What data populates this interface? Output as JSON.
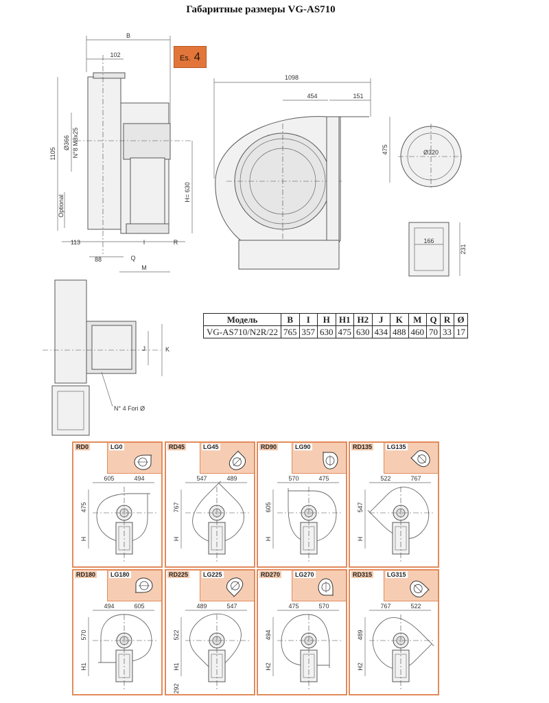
{
  "title": "Габаритные размеры VG-AS710",
  "badge": {
    "prefix": "Es.",
    "number": "4"
  },
  "front_view": {
    "dims": {
      "B": "B",
      "top": "102",
      "height": "1105",
      "dia": "Ø366",
      "bolts": "N°8 M8x25",
      "optional": "Optional",
      "h": "H= 630",
      "left": "113",
      "d88": "88",
      "I": "I",
      "R": "R",
      "Q": "Q",
      "M": "M"
    }
  },
  "side_view": {
    "dims": {
      "width": "1098",
      "d454": "454",
      "d151": "151",
      "d475": "475"
    }
  },
  "inlet_flange": {
    "dia": "Ø320"
  },
  "outlet_flange": {
    "w": "166",
    "h": "231"
  },
  "top_view": {
    "J": "J",
    "K": "K",
    "holes": "N° 4 Fori Ø"
  },
  "table": {
    "headers": [
      "Модель",
      "B",
      "I",
      "H",
      "H1",
      "H2",
      "J",
      "K",
      "M",
      "Q",
      "R",
      "Ø"
    ],
    "rows": [
      [
        "VG-AS710/N2R/22",
        "765",
        "357",
        "630",
        "475",
        "630",
        "434",
        "488",
        "460",
        "70",
        "33",
        "17"
      ]
    ]
  },
  "positions": [
    {
      "rd": "RD0",
      "lg": "LG0",
      "a": "605",
      "b": "494",
      "v": "475",
      "v2": "H",
      "v3": ""
    },
    {
      "rd": "RD45",
      "lg": "LG45",
      "a": "547",
      "b": "489",
      "v": "767",
      "v2": "H",
      "v3": ""
    },
    {
      "rd": "RD90",
      "lg": "LG90",
      "a": "570",
      "b": "475",
      "v": "605",
      "v2": "H",
      "v3": ""
    },
    {
      "rd": "RD135",
      "lg": "LG135",
      "a": "522",
      "b": "767",
      "v": "547",
      "v2": "H",
      "v3": ""
    },
    {
      "rd": "RD180",
      "lg": "LG180",
      "a": "494",
      "b": "605",
      "v": "570",
      "v2": "H1",
      "v3": ""
    },
    {
      "rd": "RD225",
      "lg": "LG225",
      "a": "489",
      "b": "547",
      "v": "522",
      "v2": "H1",
      "v3": "292"
    },
    {
      "rd": "RD270",
      "lg": "LG270",
      "a": "475",
      "b": "570",
      "v": "494",
      "v2": "H2",
      "v3": ""
    },
    {
      "rd": "RD315",
      "lg": "LG315",
      "a": "767",
      "b": "522",
      "v": "489",
      "v2": "H2",
      "v3": ""
    }
  ],
  "colors": {
    "accent": "#e2763a",
    "panel": "#f6cdb3",
    "border": "#e38a5a"
  }
}
